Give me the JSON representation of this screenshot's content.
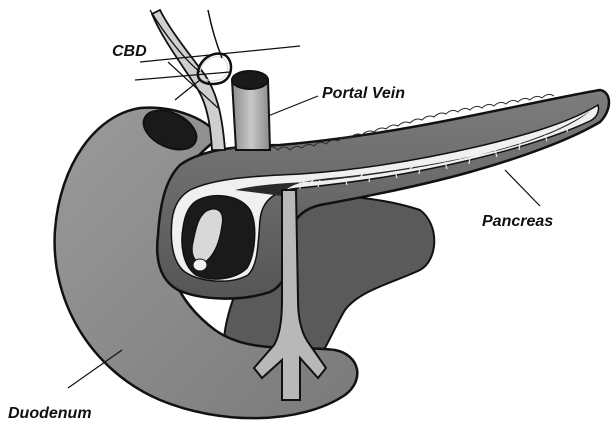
{
  "labels": {
    "cbd": "CBD",
    "portal_vein": "Portal Vein",
    "pancreas": "Pancreas",
    "duodenum": "Duodenum"
  },
  "colors": {
    "background": "#ffffff",
    "outline": "#111111",
    "duodenum_fill": "#8c8c8c",
    "pancreas_fill": "#6f6f6f",
    "pancreas_dark": "#4a4a4a",
    "vessel_fill": "#b4b4b4",
    "duct_fill": "#e8e8e8",
    "lumen_dark": "#1a1a1a",
    "uncinate_fill": "#555555"
  }
}
